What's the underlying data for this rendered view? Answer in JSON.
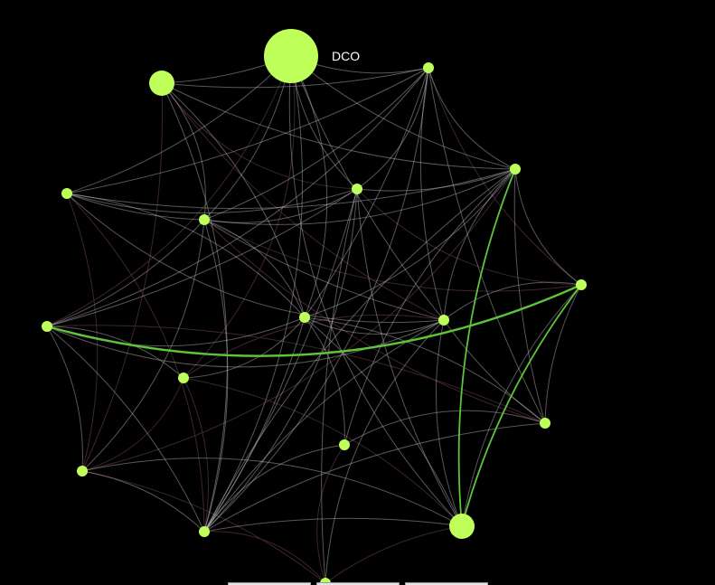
{
  "graph": {
    "colors": {
      "background": "#000000",
      "node": "#bfff5a",
      "edge_light": "#d0d0d0",
      "edge_dark": "#4a2a38",
      "edge_highlight": "#5ec43a",
      "label": "#ffffff"
    },
    "nodes": [
      {
        "id": "n1",
        "label": "DCO",
        "size": "large"
      },
      {
        "id": "n2",
        "label": "",
        "size": "small"
      },
      {
        "id": "n3",
        "label": "",
        "size": "small"
      },
      {
        "id": "n4",
        "label": "",
        "size": "small"
      },
      {
        "id": "n5",
        "label": "",
        "size": "small"
      },
      {
        "id": "n6",
        "label": "",
        "size": "medium"
      },
      {
        "id": "n7",
        "label": "",
        "size": "small"
      },
      {
        "id": "n8",
        "label": "",
        "size": "small"
      },
      {
        "id": "n9",
        "label": "",
        "size": "small"
      },
      {
        "id": "n10",
        "label": "",
        "size": "small"
      },
      {
        "id": "n11",
        "label": "",
        "size": "small"
      },
      {
        "id": "n12",
        "label": "",
        "size": "small"
      },
      {
        "id": "n13",
        "label": "",
        "size": "small"
      },
      {
        "id": "n14",
        "label": "",
        "size": "small"
      },
      {
        "id": "n15",
        "label": "",
        "size": "small"
      },
      {
        "id": "n16",
        "label": "",
        "size": "small"
      },
      {
        "id": "n17",
        "label": "",
        "size": "medium"
      },
      {
        "id": "n18",
        "label": "",
        "size": "small"
      }
    ],
    "highlighted_edges": [
      [
        "n7",
        "n4"
      ],
      [
        "n3",
        "n17"
      ],
      [
        "n4",
        "n17"
      ]
    ]
  }
}
